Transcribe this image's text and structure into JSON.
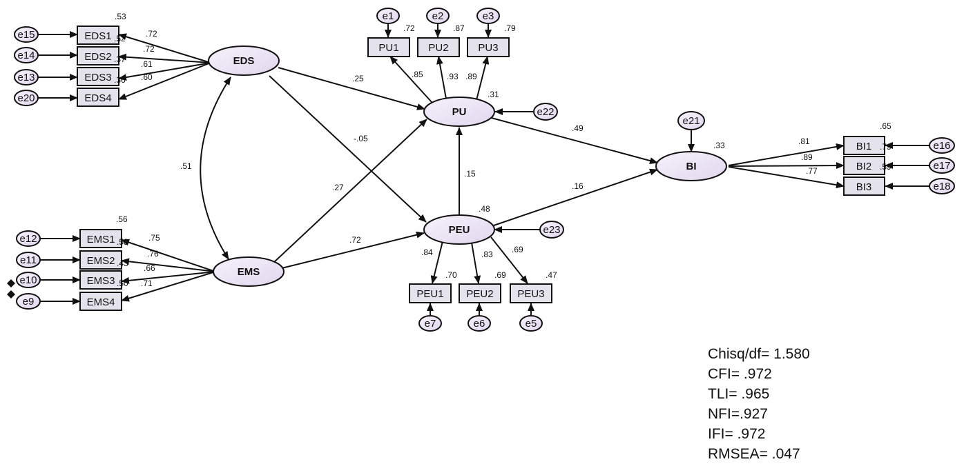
{
  "colors": {
    "ellipse_fill_start": "#f4f2fb",
    "ellipse_fill_end": "#e2d7ee",
    "box_fill": "#e4e3ec",
    "stroke": "#111111",
    "background": "#ffffff"
  },
  "latent": {
    "eds": "EDS",
    "ems": "EMS",
    "pu": "PU",
    "peu": "PEU",
    "bi": "BI"
  },
  "observed": {
    "eds1": "EDS1",
    "eds2": "EDS2",
    "eds3": "EDS3",
    "eds4": "EDS4",
    "ems1": "EMS1",
    "ems2": "EMS2",
    "ems3": "EMS3",
    "ems4": "EMS4",
    "pu1": "PU1",
    "pu2": "PU2",
    "pu3": "PU3",
    "peu1": "PEU1",
    "peu2": "PEU2",
    "peu3": "PEU3",
    "bi1": "BI1",
    "bi2": "BI2",
    "bi3": "BI3"
  },
  "errors": {
    "e1": "e1",
    "e2": "e2",
    "e3": "e3",
    "e5": "e5",
    "e6": "e6",
    "e7": "e7",
    "e9": "e9",
    "e10": "e10",
    "e11": "e11",
    "e12": "e12",
    "e13": "e13",
    "e14": "e14",
    "e15": "e15",
    "e16": "e16",
    "e17": "e17",
    "e18": "e18",
    "e20": "e20",
    "e21": "e21",
    "e22": "e22",
    "e23": "e23"
  },
  "loadings": {
    "eds1": ".72",
    "eds2": ".72",
    "eds3": ".61",
    "eds4": ".60",
    "ems1": ".75",
    "ems2": ".76",
    "ems3": ".66",
    "ems4": ".71",
    "pu1": ".85",
    "pu2": ".93",
    "pu3": ".89",
    "peu1": ".84",
    "peu2": ".83",
    "peu3": ".69",
    "bi1": ".81",
    "bi2": ".89",
    "bi3": ".77"
  },
  "paths": {
    "eds_pu": ".25",
    "eds_peu": "-.05",
    "ems_pu": ".27",
    "ems_peu": ".72",
    "peu_pu": ".15",
    "pu_bi": ".49",
    "peu_bi": ".16",
    "eds_ems_cov": ".51"
  },
  "r_squared": {
    "eds1": ".53",
    "eds2": ".52",
    "eds3": ".37",
    "eds4": ".36",
    "ems1": ".56",
    "ems2": ".58",
    "ems3": ".43",
    "ems4": ".50",
    "pu1": ".72",
    "pu2": ".87",
    "pu3": ".79",
    "peu1": ".70",
    "peu2": ".69",
    "peu3": ".47",
    "bi1": ".65",
    "bi2": ".79",
    "bi3": ".59",
    "pu": ".31",
    "peu": ".48",
    "bi": ".33"
  },
  "fit_indices": [
    "Chisq/df= 1.580",
    "CFI= .972",
    "TLI= .965",
    "NFI=.927",
    "IFI= .972",
    "RMSEA= .047"
  ]
}
